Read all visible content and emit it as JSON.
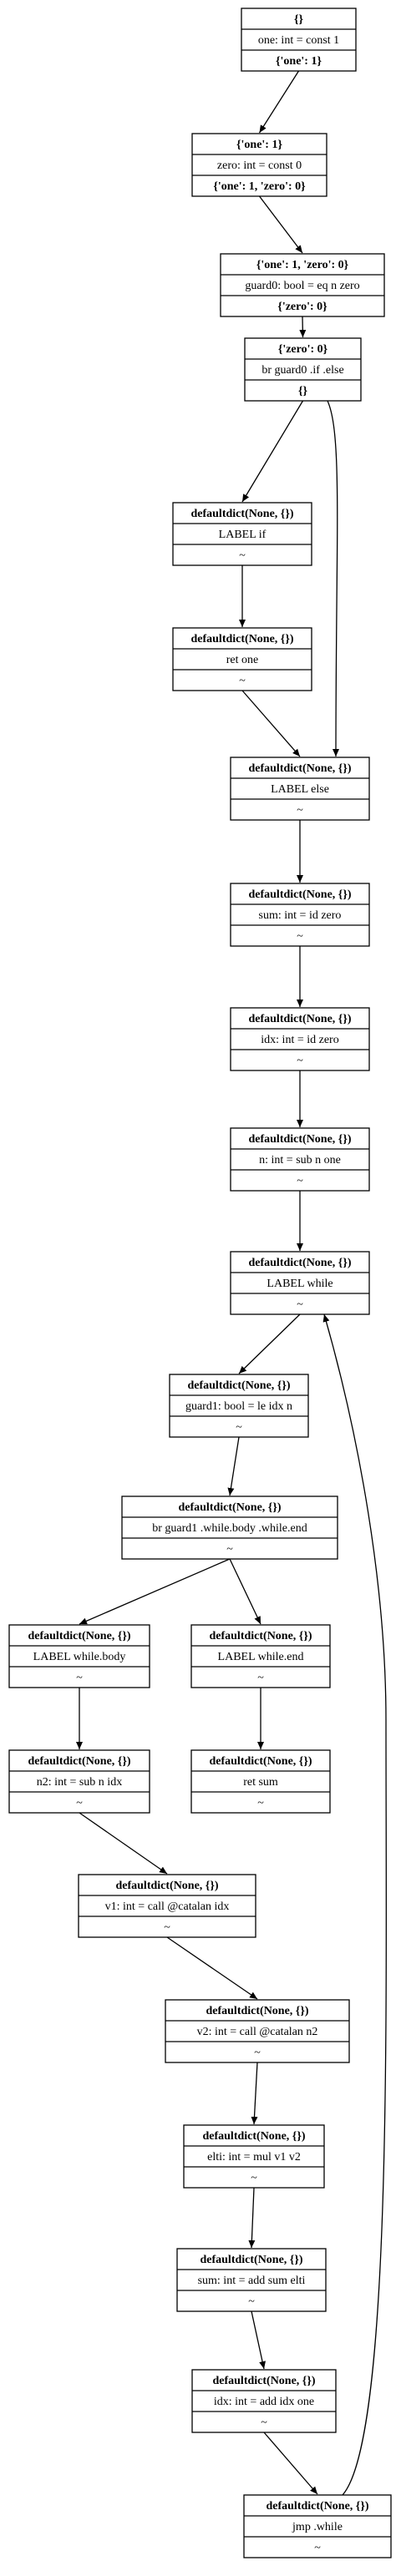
{
  "nodes": [
    {
      "id": "n0",
      "title": "{}",
      "instr": "one: int = const 1",
      "out": "{'one': 1}"
    },
    {
      "id": "n1",
      "title": "{'one': 1}",
      "instr": "zero: int = const 0",
      "out": "{'one': 1, 'zero': 0}"
    },
    {
      "id": "n2",
      "title": "{'one': 1, 'zero': 0}",
      "instr": "guard0: bool = eq n zero",
      "out": "{'zero': 0}"
    },
    {
      "id": "n3",
      "title": "{'zero': 0}",
      "instr": "br guard0 .if .else",
      "out": "{}"
    },
    {
      "id": "n4",
      "title": "defaultdict(None, {})",
      "instr": "LABEL if",
      "out": "~"
    },
    {
      "id": "n5",
      "title": "defaultdict(None, {})",
      "instr": "ret one",
      "out": "~"
    },
    {
      "id": "n6",
      "title": "defaultdict(None, {})",
      "instr": "LABEL else",
      "out": "~"
    },
    {
      "id": "n7",
      "title": "defaultdict(None, {})",
      "instr": "sum: int = id zero",
      "out": "~"
    },
    {
      "id": "n8",
      "title": "defaultdict(None, {})",
      "instr": "idx: int = id zero",
      "out": "~"
    },
    {
      "id": "n9",
      "title": "defaultdict(None, {})",
      "instr": "n: int = sub n one",
      "out": "~"
    },
    {
      "id": "n10",
      "title": "defaultdict(None, {})",
      "instr": "LABEL while",
      "out": "~"
    },
    {
      "id": "n11",
      "title": "defaultdict(None, {})",
      "instr": "guard1: bool = le idx n",
      "out": "~"
    },
    {
      "id": "n12",
      "title": "defaultdict(None, {})",
      "instr": "br guard1 .while.body .while.end",
      "out": "~"
    },
    {
      "id": "n13",
      "title": "defaultdict(None, {})",
      "instr": "LABEL while.body",
      "out": "~"
    },
    {
      "id": "n14",
      "title": "defaultdict(None, {})",
      "instr": "LABEL while.end",
      "out": "~"
    },
    {
      "id": "n15",
      "title": "defaultdict(None, {})",
      "instr": "n2: int = sub n idx",
      "out": "~"
    },
    {
      "id": "n16",
      "title": "defaultdict(None, {})",
      "instr": "ret sum",
      "out": "~"
    },
    {
      "id": "n17",
      "title": "defaultdict(None, {})",
      "instr": "v1: int = call @catalan idx",
      "out": "~"
    },
    {
      "id": "n18",
      "title": "defaultdict(None, {})",
      "instr": "v2: int = call @catalan n2",
      "out": "~"
    },
    {
      "id": "n19",
      "title": "defaultdict(None, {})",
      "instr": "elti: int = mul v1 v2",
      "out": "~"
    },
    {
      "id": "n20",
      "title": "defaultdict(None, {})",
      "instr": "sum: int = add sum elti",
      "out": "~"
    },
    {
      "id": "n21",
      "title": "defaultdict(None, {})",
      "instr": "idx: int = add idx one",
      "out": "~"
    },
    {
      "id": "n22",
      "title": "defaultdict(None, {})",
      "instr": "jmp .while",
      "out": "~"
    }
  ],
  "edges": [
    [
      "n0",
      "n1"
    ],
    [
      "n1",
      "n2"
    ],
    [
      "n2",
      "n3"
    ],
    [
      "n3",
      "n4"
    ],
    [
      "n3",
      "n6"
    ],
    [
      "n4",
      "n5"
    ],
    [
      "n5",
      "n6"
    ],
    [
      "n6",
      "n7"
    ],
    [
      "n7",
      "n8"
    ],
    [
      "n8",
      "n9"
    ],
    [
      "n9",
      "n10"
    ],
    [
      "n10",
      "n11"
    ],
    [
      "n11",
      "n12"
    ],
    [
      "n12",
      "n13"
    ],
    [
      "n12",
      "n14"
    ],
    [
      "n13",
      "n15"
    ],
    [
      "n14",
      "n16"
    ],
    [
      "n15",
      "n17"
    ],
    [
      "n17",
      "n18"
    ],
    [
      "n18",
      "n19"
    ],
    [
      "n19",
      "n20"
    ],
    [
      "n20",
      "n21"
    ],
    [
      "n21",
      "n22"
    ],
    [
      "n22",
      "n10"
    ]
  ]
}
